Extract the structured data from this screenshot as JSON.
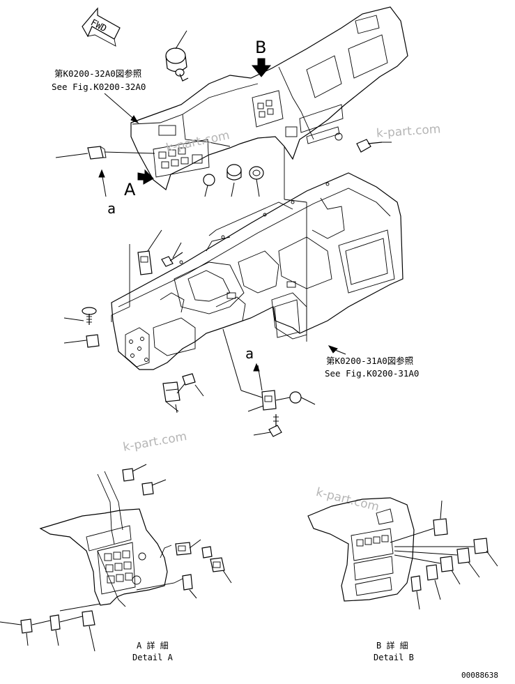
{
  "diagram": {
    "fwd_label": "FWD",
    "view_b_label": "B",
    "view_a_label": "A",
    "callout_a_upper": "a",
    "callout_a_lower": "a",
    "ref_upper_jp": "第K0200-32A0図参照",
    "ref_upper_en": "See Fig.K0200-32A0",
    "ref_lower_jp": "第K0200-31A0図参照",
    "ref_lower_en": "See Fig.K0200-31A0",
    "watermark": "k-part.com",
    "detail_a_jp": "A 詳 細",
    "detail_a_en": "Detail A",
    "detail_b_jp": "B 詳 細",
    "detail_b_en": "Detail B",
    "drawing_number": "00088638"
  }
}
